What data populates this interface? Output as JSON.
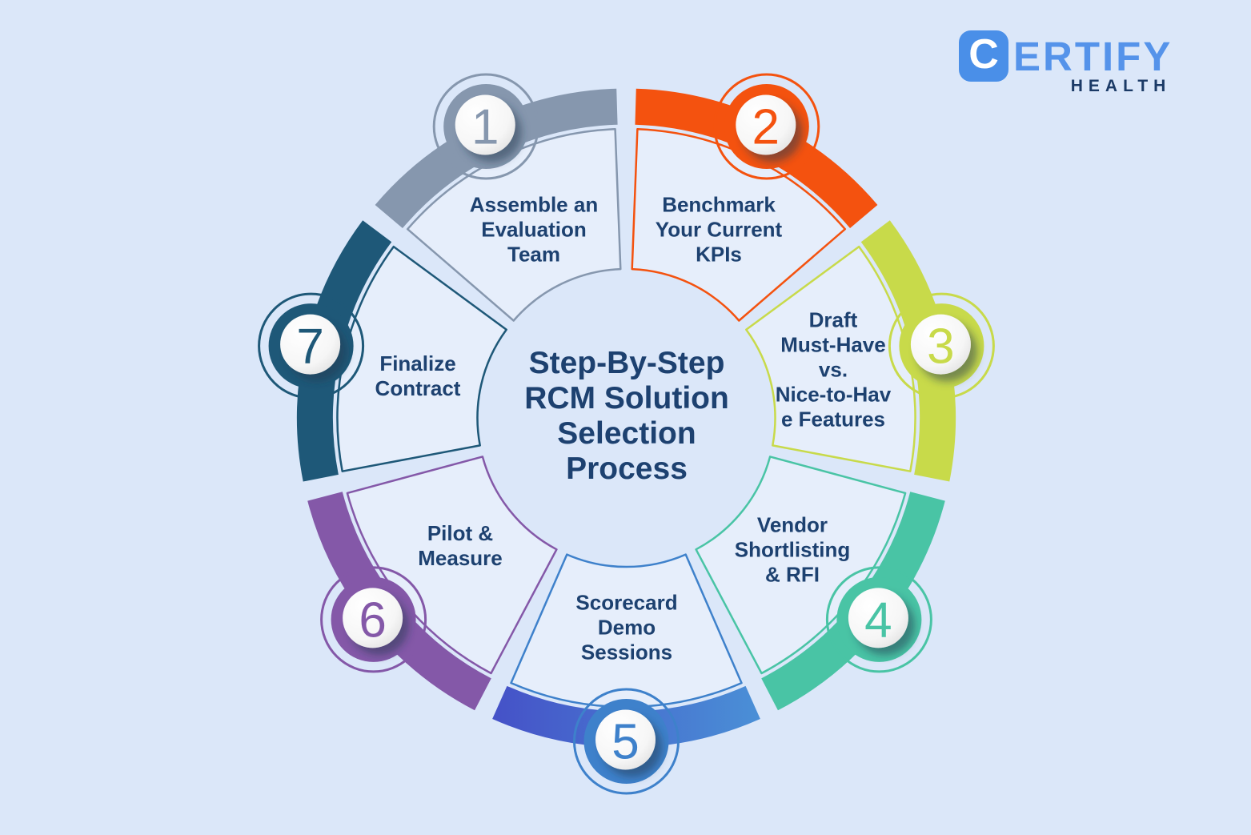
{
  "page": {
    "background_color": "#dbe7f9",
    "text_color": "#1d4170",
    "shadow_color": "#1c3550"
  },
  "logo": {
    "mark": "C",
    "word": "ERTIFY",
    "subtitle": "HEALTH",
    "square_color": "#4a8fe8",
    "word_color": "#5593ea",
    "subtitle_color": "#1b3a66"
  },
  "title": {
    "text": "Step-By-Step\nRCM Solution\nSelection\nProcess",
    "color": "#1d4170"
  },
  "steps": [
    {
      "number": "1",
      "label": "Assemble an\nEvaluation\nTeam",
      "color": "#8697ae"
    },
    {
      "number": "2",
      "label": "Benchmark\nYour Current\nKPIs",
      "color": "#f4520f"
    },
    {
      "number": "3",
      "label": "Draft\nMust-Have\nvs.\nNice-to-Hav\ne Features",
      "color": "#c8da4a"
    },
    {
      "number": "4",
      "label": "Vendor\nShortlisting\n& RFI",
      "color": "#49c4a5"
    },
    {
      "number": "5",
      "label": "Scorecard\nDemo\nSessions",
      "color": "#3e81cb",
      "arc_color_start": "#4553c8",
      "arc_color_end": "#4a8ed6"
    },
    {
      "number": "6",
      "label": "Pilot &\nMeasure",
      "color": "#8458a8"
    },
    {
      "number": "7",
      "label": "Finalize\nContract",
      "color": "#1e5878"
    }
  ]
}
